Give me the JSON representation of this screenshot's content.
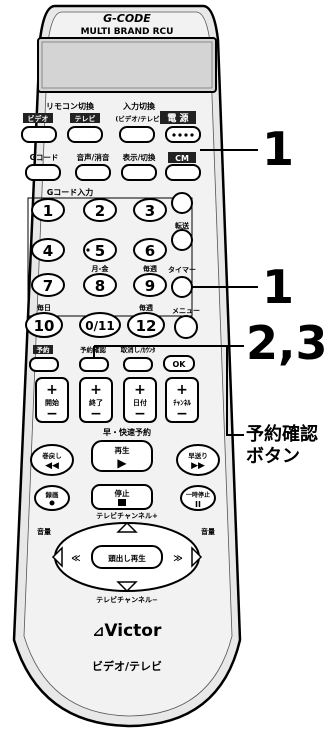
{
  "remote": {
    "logo_top": "G-CODE",
    "subtitle": "MULTI BRAND RCU",
    "row1": {
      "remote_switch_label": "リモコン切換",
      "input_switch_label": "入力切換",
      "video_label": "ビデオ",
      "tv_label": "テレビ",
      "input_sub_label": "(ビデオ/テレビ)",
      "power_label": "電 源"
    },
    "row2": {
      "gcode_label": "Gコード",
      "audio_label": "音声/消音",
      "display_label": "表示/切換",
      "cm_label": "CM"
    },
    "gcode_input_label": "Gコード入力",
    "digits": [
      "1",
      "2",
      "3",
      "4",
      "5",
      "6",
      "7",
      "8",
      "9",
      "10",
      "0/11",
      "12"
    ],
    "sub_labels": {
      "mon_fri": "月-金",
      "weekly": "毎週",
      "daily": "毎日",
      "weekly2": "毎週",
      "timer": "タイマー",
      "menu": "メニュー",
      "transfer": "転送"
    },
    "reserve_row": [
      "予約",
      "予約確認",
      "取消し/ｶｳﾝﾀ",
      "OK"
    ],
    "adjust_labels": [
      "開始",
      "終了",
      "日付",
      "ﾁｬﾝﾈﾙ"
    ],
    "transport": {
      "header": "早・快速予約",
      "play": "再生",
      "rew": "巻戻し",
      "ff": "早送り",
      "rec": "録画",
      "stop": "停止",
      "pause": "一時停止",
      "tv_channel_plus": "テレビチャンネル+",
      "tv_channel_minus": "テレビチャンネル−",
      "vol_minus": "音量",
      "vol_plus": "音量",
      "center": "頭出し再生"
    },
    "brand": "Victor",
    "footer": "ビデオ/テレビ"
  },
  "callouts": {
    "step_power": "1",
    "step_timer": "1",
    "step_reserve": "2,3",
    "caption_line1": "予約確認",
    "caption_line2": "ボタン"
  }
}
